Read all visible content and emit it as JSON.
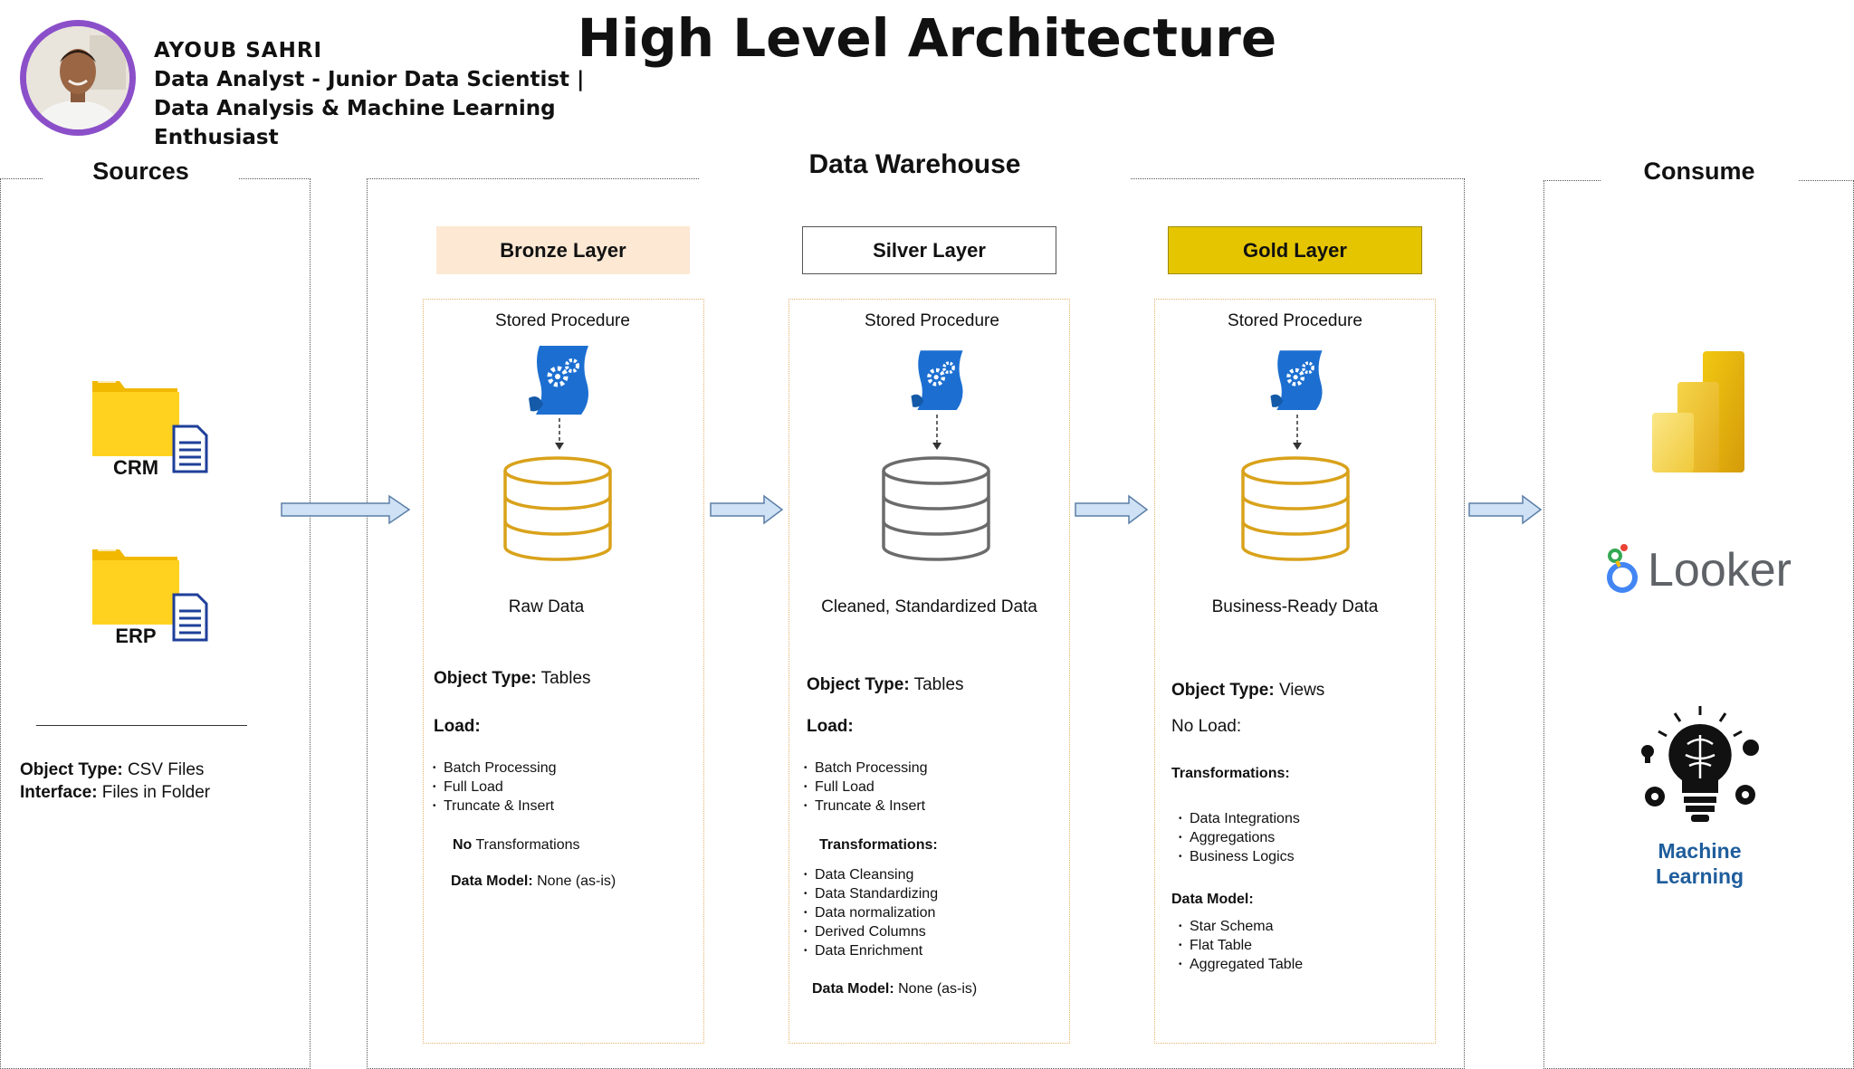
{
  "title": "High Level Architecture",
  "author": {
    "name": "AYOUB SAHRI",
    "role": "Data Analyst - Junior Data Scientist | Data Analysis & Machine Learning Enthusiast"
  },
  "sources": {
    "title": "Sources",
    "items": [
      {
        "label": "CRM",
        "icon": "folder-document-icon"
      },
      {
        "label": "ERP",
        "icon": "folder-document-icon"
      }
    ],
    "object_type_label": "Object Type:",
    "object_type_value": " CSV Files",
    "interface_label": "Interface:",
    "interface_value": " Files in Folder"
  },
  "warehouse": {
    "title": "Data Warehouse",
    "layers": [
      {
        "name": "Bronze Layer",
        "header_bg": "#fce8d3",
        "db_color": "#d9a21b",
        "procedure": "Stored Procedure",
        "data_label": "Raw Data",
        "object_type_label": "Object Type:",
        "object_type_value": " Tables",
        "load_label": "Load:",
        "load_items": [
          "Batch Processing",
          "Full Load",
          "Truncate & Insert"
        ],
        "transform_bold": "No",
        "transform_text": " Transformations",
        "model_label": "Data Model:",
        "model_value": " None (as-is)"
      },
      {
        "name": "Silver Layer",
        "header_bg": "#ffffff",
        "db_color": "#6b6b6b",
        "procedure": "Stored Procedure",
        "data_label": "Cleaned, Standardized Data",
        "object_type_label": "Object Type:",
        "object_type_value": " Tables",
        "load_label": "Load:",
        "load_items": [
          "Batch Processing",
          "Full Load",
          "Truncate & Insert"
        ],
        "transform_label": "Transformations:",
        "transform_items": [
          "Data Cleansing",
          "Data Standardizing",
          "Data normalization",
          "Derived Columns",
          "Data Enrichment"
        ],
        "model_label": "Data Model:",
        "model_value": " None (as-is)"
      },
      {
        "name": "Gold Layer",
        "header_bg": "#e5c500",
        "db_color": "#d9a21b",
        "procedure": "Stored Procedure",
        "data_label": "Business-Ready Data",
        "object_type_label": "Object Type:",
        "object_type_value": " Views",
        "load_label": "No Load:",
        "transform_label": "Transformations:",
        "transform_items": [
          "Data Integrations",
          "Aggregations",
          "Business Logics"
        ],
        "model_label": "Data Model:",
        "model_items": [
          "Star Schema",
          "Flat Table",
          "Aggregated Table"
        ]
      }
    ]
  },
  "consume": {
    "title": "Consume",
    "tools": [
      {
        "name": "powerbi",
        "icon": "power-bi-icon"
      },
      {
        "name": "Looker",
        "icon": "looker-icon"
      },
      {
        "name": "Machine Learning",
        "icon": "machine-learning-bulb-icon"
      }
    ],
    "ml_line1": "Machine",
    "ml_line2": "Learning"
  },
  "colors": {
    "arrow_fill": "#cfe1f5",
    "arrow_stroke": "#5b7fa6",
    "ml_text": "#1f5d9c",
    "avatar_ring": "#8b50c9"
  }
}
